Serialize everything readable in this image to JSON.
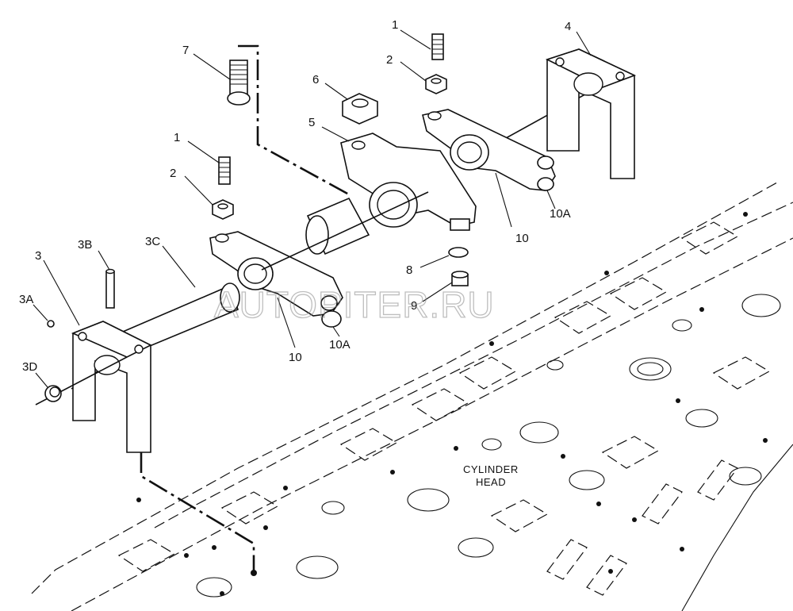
{
  "diagram": {
    "head_label": [
      "CYLINDER",
      "HEAD"
    ],
    "watermark": "AUTOPITER.RU",
    "callouts": {
      "c1a": "1",
      "c2a": "2",
      "c4": "4",
      "c6": "6",
      "c5": "5",
      "c7": "7",
      "c1b": "1",
      "c2b": "2",
      "c3": "3",
      "c3a": "3A",
      "c3b": "3B",
      "c3c": "3C",
      "c3d": "3D",
      "c8": "8",
      "c9": "9",
      "c10a": "10",
      "c10b": "10",
      "c10Aa": "10A",
      "c10Ab": "10A"
    }
  }
}
